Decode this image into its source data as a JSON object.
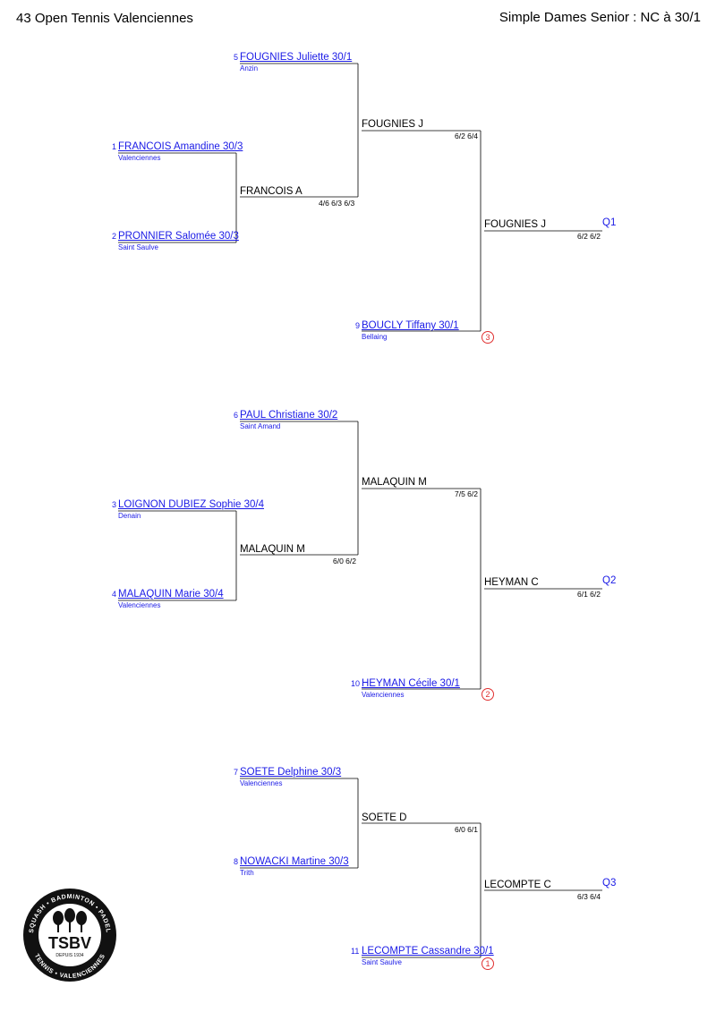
{
  "header": {
    "tournament": "43 Open Tennis Valenciennes",
    "category": "Simple Dames Senior : NC à 30/1"
  },
  "logo": {
    "text": "TSBV",
    "since": "DEPUIS 1934",
    "ring_top": "SQUASH • BADMINTON • PADEL",
    "ring_bottom": "TENNIS • VALENCIENNES"
  },
  "entries": [
    {
      "seed": "5",
      "name": "FOUGNIES Juliette 30/1",
      "club": "Anzin"
    },
    {
      "seed": "1",
      "name": "FRANCOIS Amandine 30/3",
      "club": "Valenciennes"
    },
    {
      "seed": "2",
      "name": "PRONNIER Salomée 30/3",
      "club": "Saint Saulve"
    },
    {
      "seed": "9",
      "name": "BOUCLY Tiffany 30/1",
      "club": "Bellaing"
    },
    {
      "seed": "6",
      "name": "PAUL Christiane 30/2",
      "club": "Saint Amand"
    },
    {
      "seed": "3",
      "name": "LOIGNON DUBIEZ Sophie 30/4",
      "club": "Denain"
    },
    {
      "seed": "4",
      "name": "MALAQUIN Marie 30/4",
      "club": "Valenciennes"
    },
    {
      "seed": "10",
      "name": "HEYMAN Cécile 30/1",
      "club": "Valenciennes"
    },
    {
      "seed": "7",
      "name": "SOETE Delphine 30/3",
      "club": "Valenciennes"
    },
    {
      "seed": "8",
      "name": "NOWACKI Martine 30/3",
      "club": "Trith"
    },
    {
      "seed": "11",
      "name": "LECOMPTE Cassandre 30/1",
      "club": "Saint Saulve"
    }
  ],
  "results": [
    {
      "winner": "FOUGNIES J",
      "score": "6/2 6/4"
    },
    {
      "winner": "FRANCOIS A",
      "score": "4/6 6/3 6/3"
    },
    {
      "winner": "FOUGNIES J",
      "score": "6/2 6/2"
    },
    {
      "winner": "MALAQUIN M",
      "score": "7/5 6/2"
    },
    {
      "winner": "MALAQUIN M",
      "score": "6/0 6/2"
    },
    {
      "winner": "HEYMAN C",
      "score": "6/1 6/2"
    },
    {
      "winner": "SOETE D",
      "score": "6/0 6/1"
    },
    {
      "winner": "LECOMPTE C",
      "score": "6/3 6/4"
    }
  ],
  "qualifiers": [
    "Q1",
    "Q2",
    "Q3"
  ],
  "badges": [
    "3",
    "2",
    "1"
  ],
  "colors": {
    "link": "#1a1ae6",
    "badge": "#e03030",
    "line": "#000000"
  }
}
